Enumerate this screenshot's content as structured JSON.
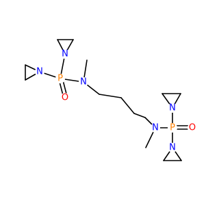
{
  "molecule": {
    "atoms": {
      "N1": "N",
      "N2": "N",
      "P1": "P",
      "O1": "O",
      "N3": "N",
      "N4": "N",
      "P2": "P",
      "O2": "O",
      "N5": "N",
      "N6": "N"
    }
  },
  "colors": {
    "bond": "#000000",
    "N": "#0000ff",
    "P": "#ff8000",
    "O": "#ff0000",
    "background": "#ffffff"
  }
}
